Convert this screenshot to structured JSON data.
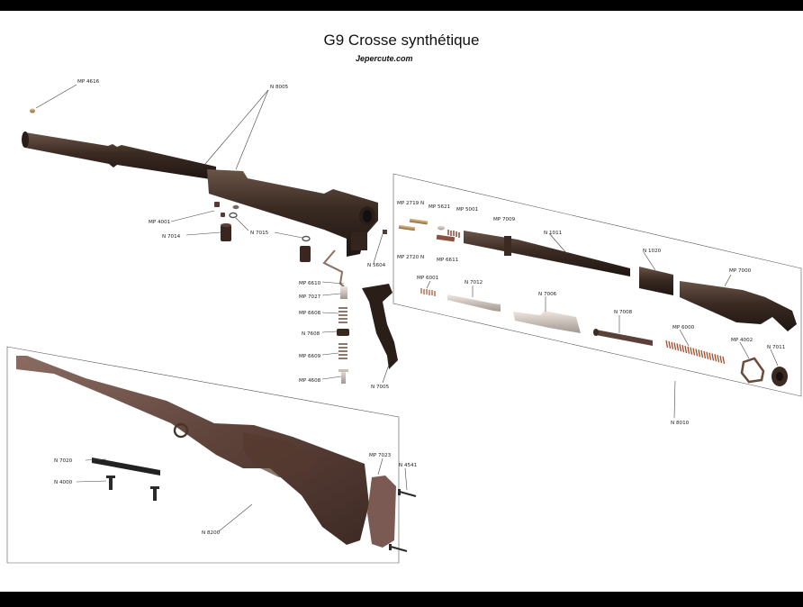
{
  "title": "G9 Crosse synthétique",
  "site": "Jepercute.com",
  "colors": {
    "background": "#ffffff",
    "frame": "#000000",
    "metal": "#3d2a20",
    "stock": "#6e4f45",
    "brass": "#b08a52",
    "line": "#555555"
  },
  "parts": {
    "p1": "MP 4616",
    "p2": "N 8005",
    "p3": "MP 4001",
    "p4": "N 7014",
    "p5": "N 7015",
    "p6": "N 5604",
    "p7": "MP 6610",
    "p8": "MP 7027",
    "p9": "MP 6608",
    "p10": "N 7608",
    "p11": "MP 6609",
    "p12": "MP 4608",
    "p13": "N 7005",
    "p14": "MP 2719 N",
    "p15": "MP 5621",
    "p16": "MP 5001",
    "p17": "MP 7009",
    "p18": "N 1011",
    "p19": "N 1020",
    "p20": "MP 7000",
    "p21": "MP 2720 N",
    "p22": "MP 6611",
    "p23": "MP 6001",
    "p24": "N 7012",
    "p25": "N 7006",
    "p26": "N 7008",
    "p27": "MP 6000",
    "p28": "MP 4002",
    "p29": "N 7011",
    "p30": "N 8010",
    "p31": "MP 7023",
    "p32": "N 4541",
    "p33": "N 7020",
    "p34": "N 4000",
    "p35": "N 8200"
  }
}
